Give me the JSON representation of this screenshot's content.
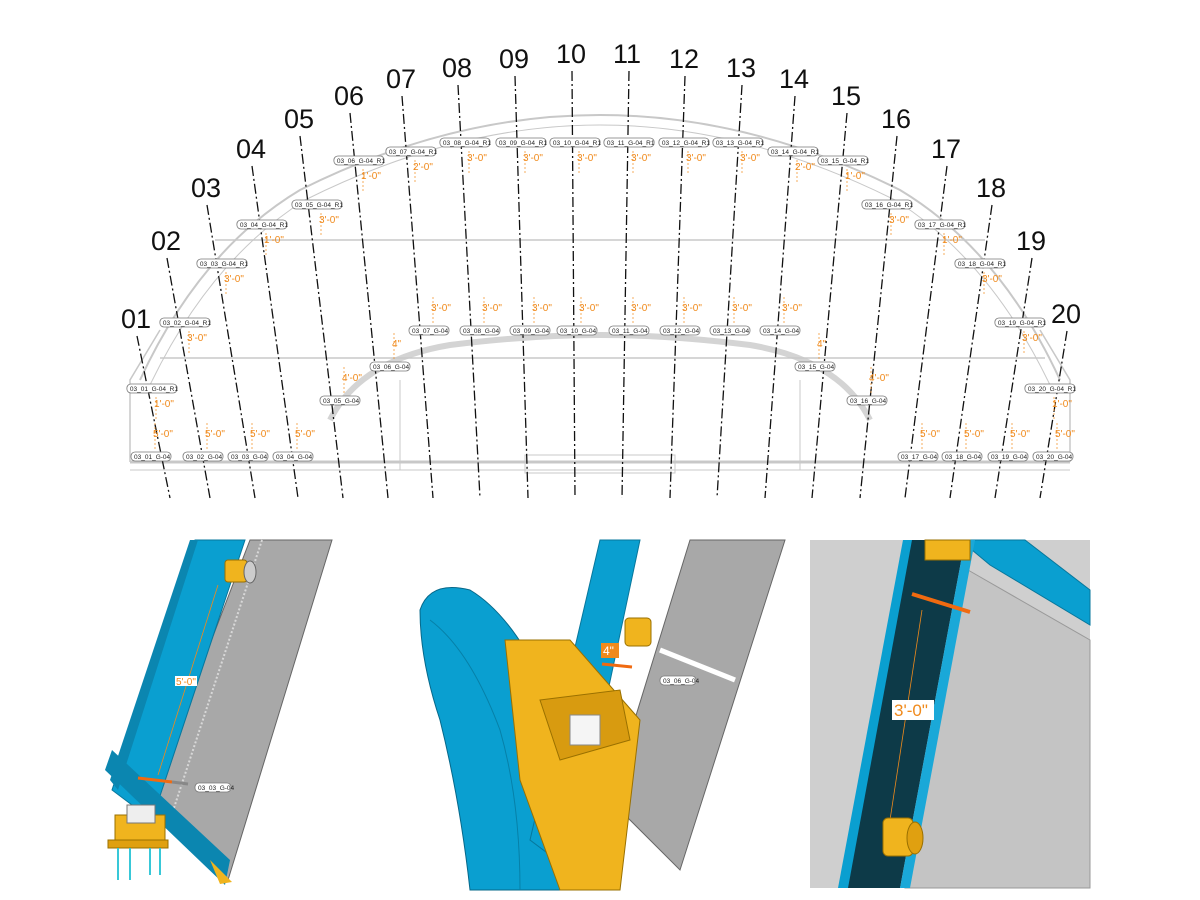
{
  "plan": {
    "gridlines": [
      {
        "id": "01",
        "top_tag": "03_01_G-04_R1",
        "top_dim": "1'-0\"",
        "bottom_tag": "03_01_G-04",
        "bottom_dim": "5'-0\""
      },
      {
        "id": "02",
        "top_tag": "03_02_G-04_R1",
        "top_dim": "3'-0\"",
        "bottom_tag": "03_02_G-04",
        "bottom_dim": "5'-0\""
      },
      {
        "id": "03",
        "top_tag": "03_03_G-04_R1",
        "top_dim": "3'-0\"",
        "bottom_tag": "03_03_G-04",
        "bottom_dim": "5'-0\""
      },
      {
        "id": "04",
        "top_tag": "03_04_G-04_R1",
        "top_dim": "1'-0\"",
        "bottom_tag": "03_04_G-04",
        "bottom_dim": "5'-0\""
      },
      {
        "id": "05",
        "top_tag": "03_05_G-04_R1",
        "top_dim": "3'-0\"",
        "bottom_tag": "03_05_G-04",
        "bottom_dim": "4'-0\""
      },
      {
        "id": "06",
        "top_tag": "03_06_G-04_R1",
        "top_dim": "1'-0\"",
        "bottom_tag": "03_06_G-04",
        "bottom_dim": "4\""
      },
      {
        "id": "07",
        "top_tag": "03_07_G-04_R1",
        "top_dim": "2'-0\"",
        "bottom_tag": "03_07_G-04",
        "bottom_dim": "3'-0\""
      },
      {
        "id": "08",
        "top_tag": "03_08_G-04_R1",
        "top_dim": "3'-0\"",
        "bottom_tag": "03_08_G-04",
        "bottom_dim": "3'-0\""
      },
      {
        "id": "09",
        "top_tag": "03_09_G-04_R1",
        "top_dim": "3'-0\"",
        "bottom_tag": "03_09_G-04",
        "bottom_dim": "3'-0\""
      },
      {
        "id": "10",
        "top_tag": "03_10_G-04_R1",
        "top_dim": "3'-0\"",
        "bottom_tag": "03_10_G-04",
        "bottom_dim": "3'-0\""
      },
      {
        "id": "11",
        "top_tag": "03_11_G-04_R1",
        "top_dim": "3'-0\"",
        "bottom_tag": "03_11_G-04",
        "bottom_dim": "3'-0\""
      },
      {
        "id": "12",
        "top_tag": "03_12_G-04_R1",
        "top_dim": "3'-0\"",
        "bottom_tag": "03_12_G-04",
        "bottom_dim": "3'-0\""
      },
      {
        "id": "13",
        "top_tag": "03_13_G-04_R1",
        "top_dim": "3'-0\"",
        "bottom_tag": "03_13_G-04",
        "bottom_dim": "3'-0\""
      },
      {
        "id": "14",
        "top_tag": "03_14_G-04_R1",
        "top_dim": "2'-0\"",
        "bottom_tag": "03_14_G-04",
        "bottom_dim": "3'-0\""
      },
      {
        "id": "15",
        "top_tag": "03_15_G-04_R1",
        "top_dim": "1'-0\"",
        "bottom_tag": "03_15_G-04",
        "bottom_dim": "4\""
      },
      {
        "id": "16",
        "top_tag": "03_16_G-04_R1",
        "top_dim": "3'-0\"",
        "bottom_tag": "03_16_G-04",
        "bottom_dim": "4'-0\""
      },
      {
        "id": "17",
        "top_tag": "03_17_G-04_R1",
        "top_dim": "1'-0\"",
        "bottom_tag": "03_17_G-04",
        "bottom_dim": "5'-0\""
      },
      {
        "id": "18",
        "top_tag": "03_18_G-04_R1",
        "top_dim": "3'-0\"",
        "bottom_tag": "03_18_G-04",
        "bottom_dim": "5'-0\""
      },
      {
        "id": "19",
        "top_tag": "03_19_G-04_R1",
        "top_dim": "3'-0\"",
        "bottom_tag": "03_19_G-04",
        "bottom_dim": "5'-0\""
      },
      {
        "id": "20",
        "top_tag": "03_20_G-04_R1",
        "top_dim": "1'-0\"",
        "bottom_tag": "03_20_G-04",
        "bottom_dim": "5'-0\""
      }
    ]
  },
  "details": {
    "detail1": {
      "dim": "5'-0\"",
      "tag": "03_03_G-04"
    },
    "detail2": {
      "dim": "4\"",
      "tag": "03_06_G-04"
    },
    "detail3": {
      "dim": "3'-0\""
    }
  },
  "colors": {
    "dimension": "#f08a1c",
    "steel_blue": "#0a9fd0",
    "bracket_yellow": "#f0b41e",
    "plate_gray": "#a8a8a8",
    "dark_column": "#0d3a48"
  }
}
